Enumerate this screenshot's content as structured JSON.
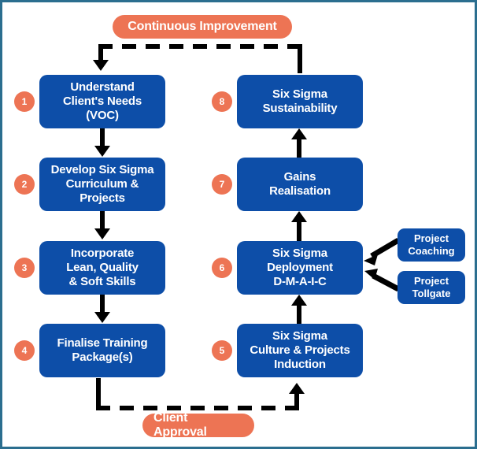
{
  "diagram": {
    "title_pill_top": "Continuous Improvement",
    "title_pill_bottom": "Client Approval",
    "colors": {
      "box_blue": "#0d4ea8",
      "accent_orange": "#ed7454",
      "connector_black": "#000000",
      "frame_border": "#2b6e8f",
      "background": "#ffffff",
      "text_on_box": "#ffffff"
    },
    "left_column": [
      {
        "number": "1",
        "label": "Understand\nClient's Needs\n(VOC)"
      },
      {
        "number": "2",
        "label": "Develop Six Sigma\nCurriculum &\nProjects"
      },
      {
        "number": "3",
        "label": "Incorporate\nLean, Quality\n& Soft Skills"
      },
      {
        "number": "4",
        "label": "Finalise Training\nPackage(s)"
      }
    ],
    "right_column": [
      {
        "number": "5",
        "label": "Six Sigma\nCulture & Projects\nInduction"
      },
      {
        "number": "6",
        "label": "Six Sigma\nDeployment\nD-M-A-I-C"
      },
      {
        "number": "7",
        "label": "Gains\nRealisation"
      },
      {
        "number": "8",
        "label": "Six Sigma\nSustainability"
      }
    ],
    "support_boxes": [
      {
        "label": "Project\nCoaching"
      },
      {
        "label": "Project\nTollgate"
      }
    ],
    "connector_names": [
      "arrow-1-to-2",
      "arrow-2-to-3",
      "arrow-3-to-4",
      "arrow-4-to-5-dashed",
      "arrow-5-to-6",
      "arrow-6-to-7",
      "arrow-7-to-8",
      "arrow-8-to-1-dashed",
      "arrow-coaching-to-6",
      "arrow-tollgate-to-6"
    ]
  }
}
